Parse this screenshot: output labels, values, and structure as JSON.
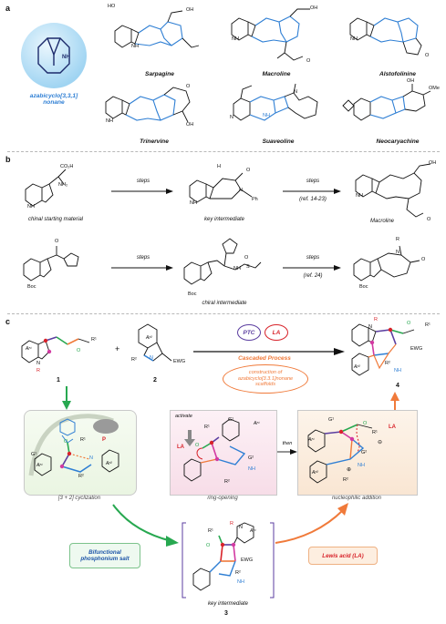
{
  "panels": {
    "a": "a",
    "b": "b",
    "c": "c"
  },
  "scaffold": {
    "name": "azabicyclo[3,3,1]\nnonane",
    "nh": "NH"
  },
  "alkaloids": [
    "Sarpagine",
    "Macroline",
    "Alstofolinine",
    "Trinervine",
    "Suaveoline",
    "Neocaryachine"
  ],
  "atoms": {
    "HO": "HO",
    "OH": "OH",
    "OMe": "OMe",
    "O": "O",
    "N": "N",
    "NH": "NH",
    "H": "H",
    "CO2H": "CO₂H",
    "NH2": "NH₂",
    "Ph": "Ph",
    "Boc": "Boc",
    "S": "S",
    "R": "R",
    "Ar1": "Ar¹",
    "Ar2": "Ar²",
    "R1": "R¹",
    "R2": "R²",
    "G1": "G¹",
    "G2": "G²",
    "EWG": "EWG",
    "P": "P",
    "LA": "LA",
    "minus": "⊖",
    "plus": "⊕"
  },
  "panel_b": {
    "row1": {
      "start": "chinal starting material",
      "steps1": "steps",
      "key": "key intermediate",
      "steps2": "steps",
      "ref": "(ref. 14-23)",
      "product": "Macroline"
    },
    "row2": {
      "steps1": "steps",
      "chiral": "chiral intermediate",
      "steps2": "steps",
      "ref": "(ref. 24)"
    }
  },
  "panel_c": {
    "cmpd1": "1",
    "cmpd2": "2",
    "cmpd3": "3",
    "cmpd4": "4",
    "plus": "+",
    "ptc": "PTC",
    "la": "LA",
    "cascade": "Cascaded Process",
    "construction": "construction of\nazabicyclo[3.3.1]nonane\nscaffolds",
    "box1": "[3 + 2] cyclization",
    "box2": "ring-opening",
    "box3": "nucleophilic addition",
    "activate": "activate",
    "then": "then",
    "catalyst": "Bifunctional\nphosphonium salt",
    "lewis": "Lewis acid (LA)",
    "key": "key intermediate"
  },
  "colors": {
    "blue": "#2f7fd4",
    "green": "#27a850",
    "orange": "#f07a3a",
    "purple": "#5b3ea0",
    "red": "#d8232a",
    "magenta": "#d23aa2",
    "teal": "#40c2d1"
  }
}
